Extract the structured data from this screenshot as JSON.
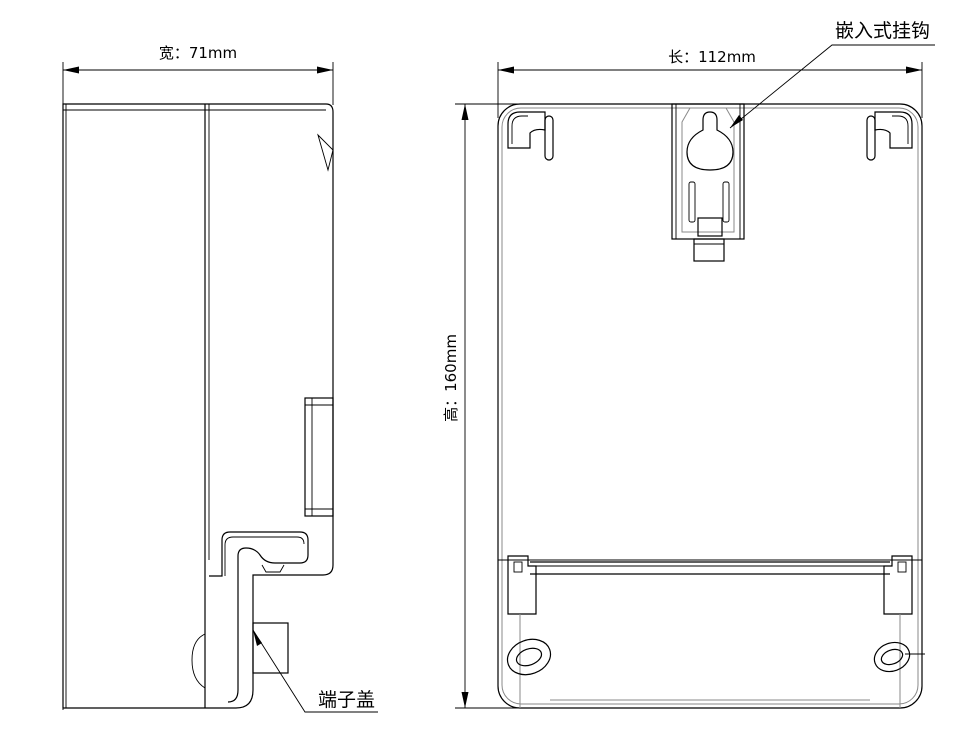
{
  "dimensions": {
    "width_label": "宽：71mm",
    "length_label": "长：112mm",
    "height_label": "高：160mm"
  },
  "callouts": {
    "hook_label": "嵌入式挂钩",
    "terminal_cover_label": "端子盖"
  }
}
